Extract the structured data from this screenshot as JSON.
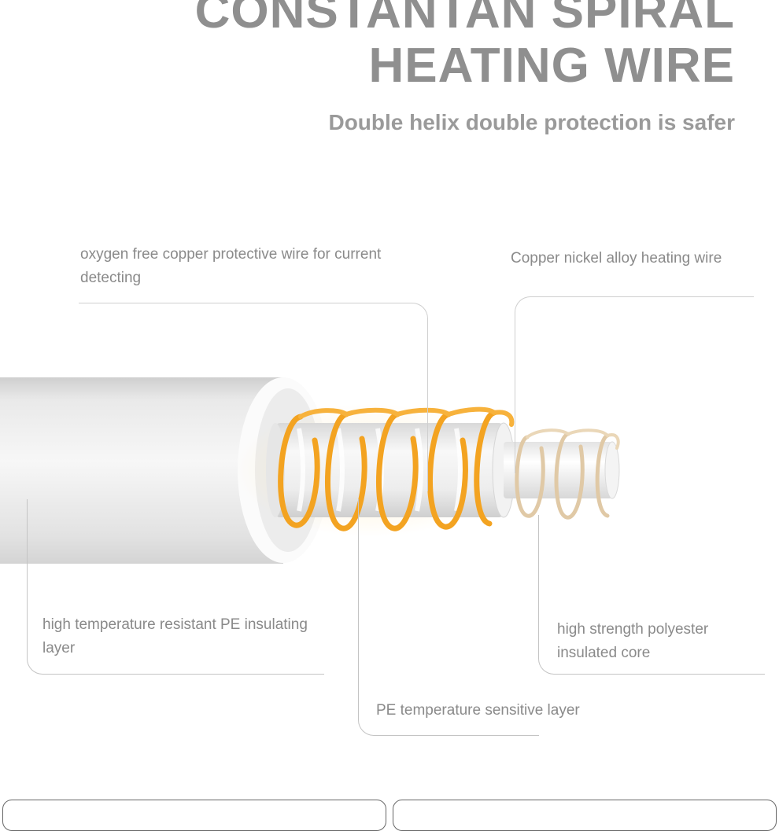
{
  "header": {
    "title_line1": "CONSTANTAN SPIRAL",
    "title_line2": "HEATING WIRE",
    "subtitle": "Double helix double protection is safer"
  },
  "callouts": {
    "copper_wire": "oxygen free copper protective wire for current detecting",
    "alloy_wire": "Copper nickel alloy heating wire",
    "pe_insulating": "high temperature resistant PE insulating layer",
    "polyester_core": "high strength polyester insulated core",
    "pe_sensitive": "PE temperature sensitive layer"
  },
  "colors": {
    "heading": "#8f8f8f",
    "label": "#8a8a8a",
    "leader_line": "#c4c4c4",
    "copper_coil": "#f3a321",
    "alloy_coil": "#e0c9a6"
  }
}
